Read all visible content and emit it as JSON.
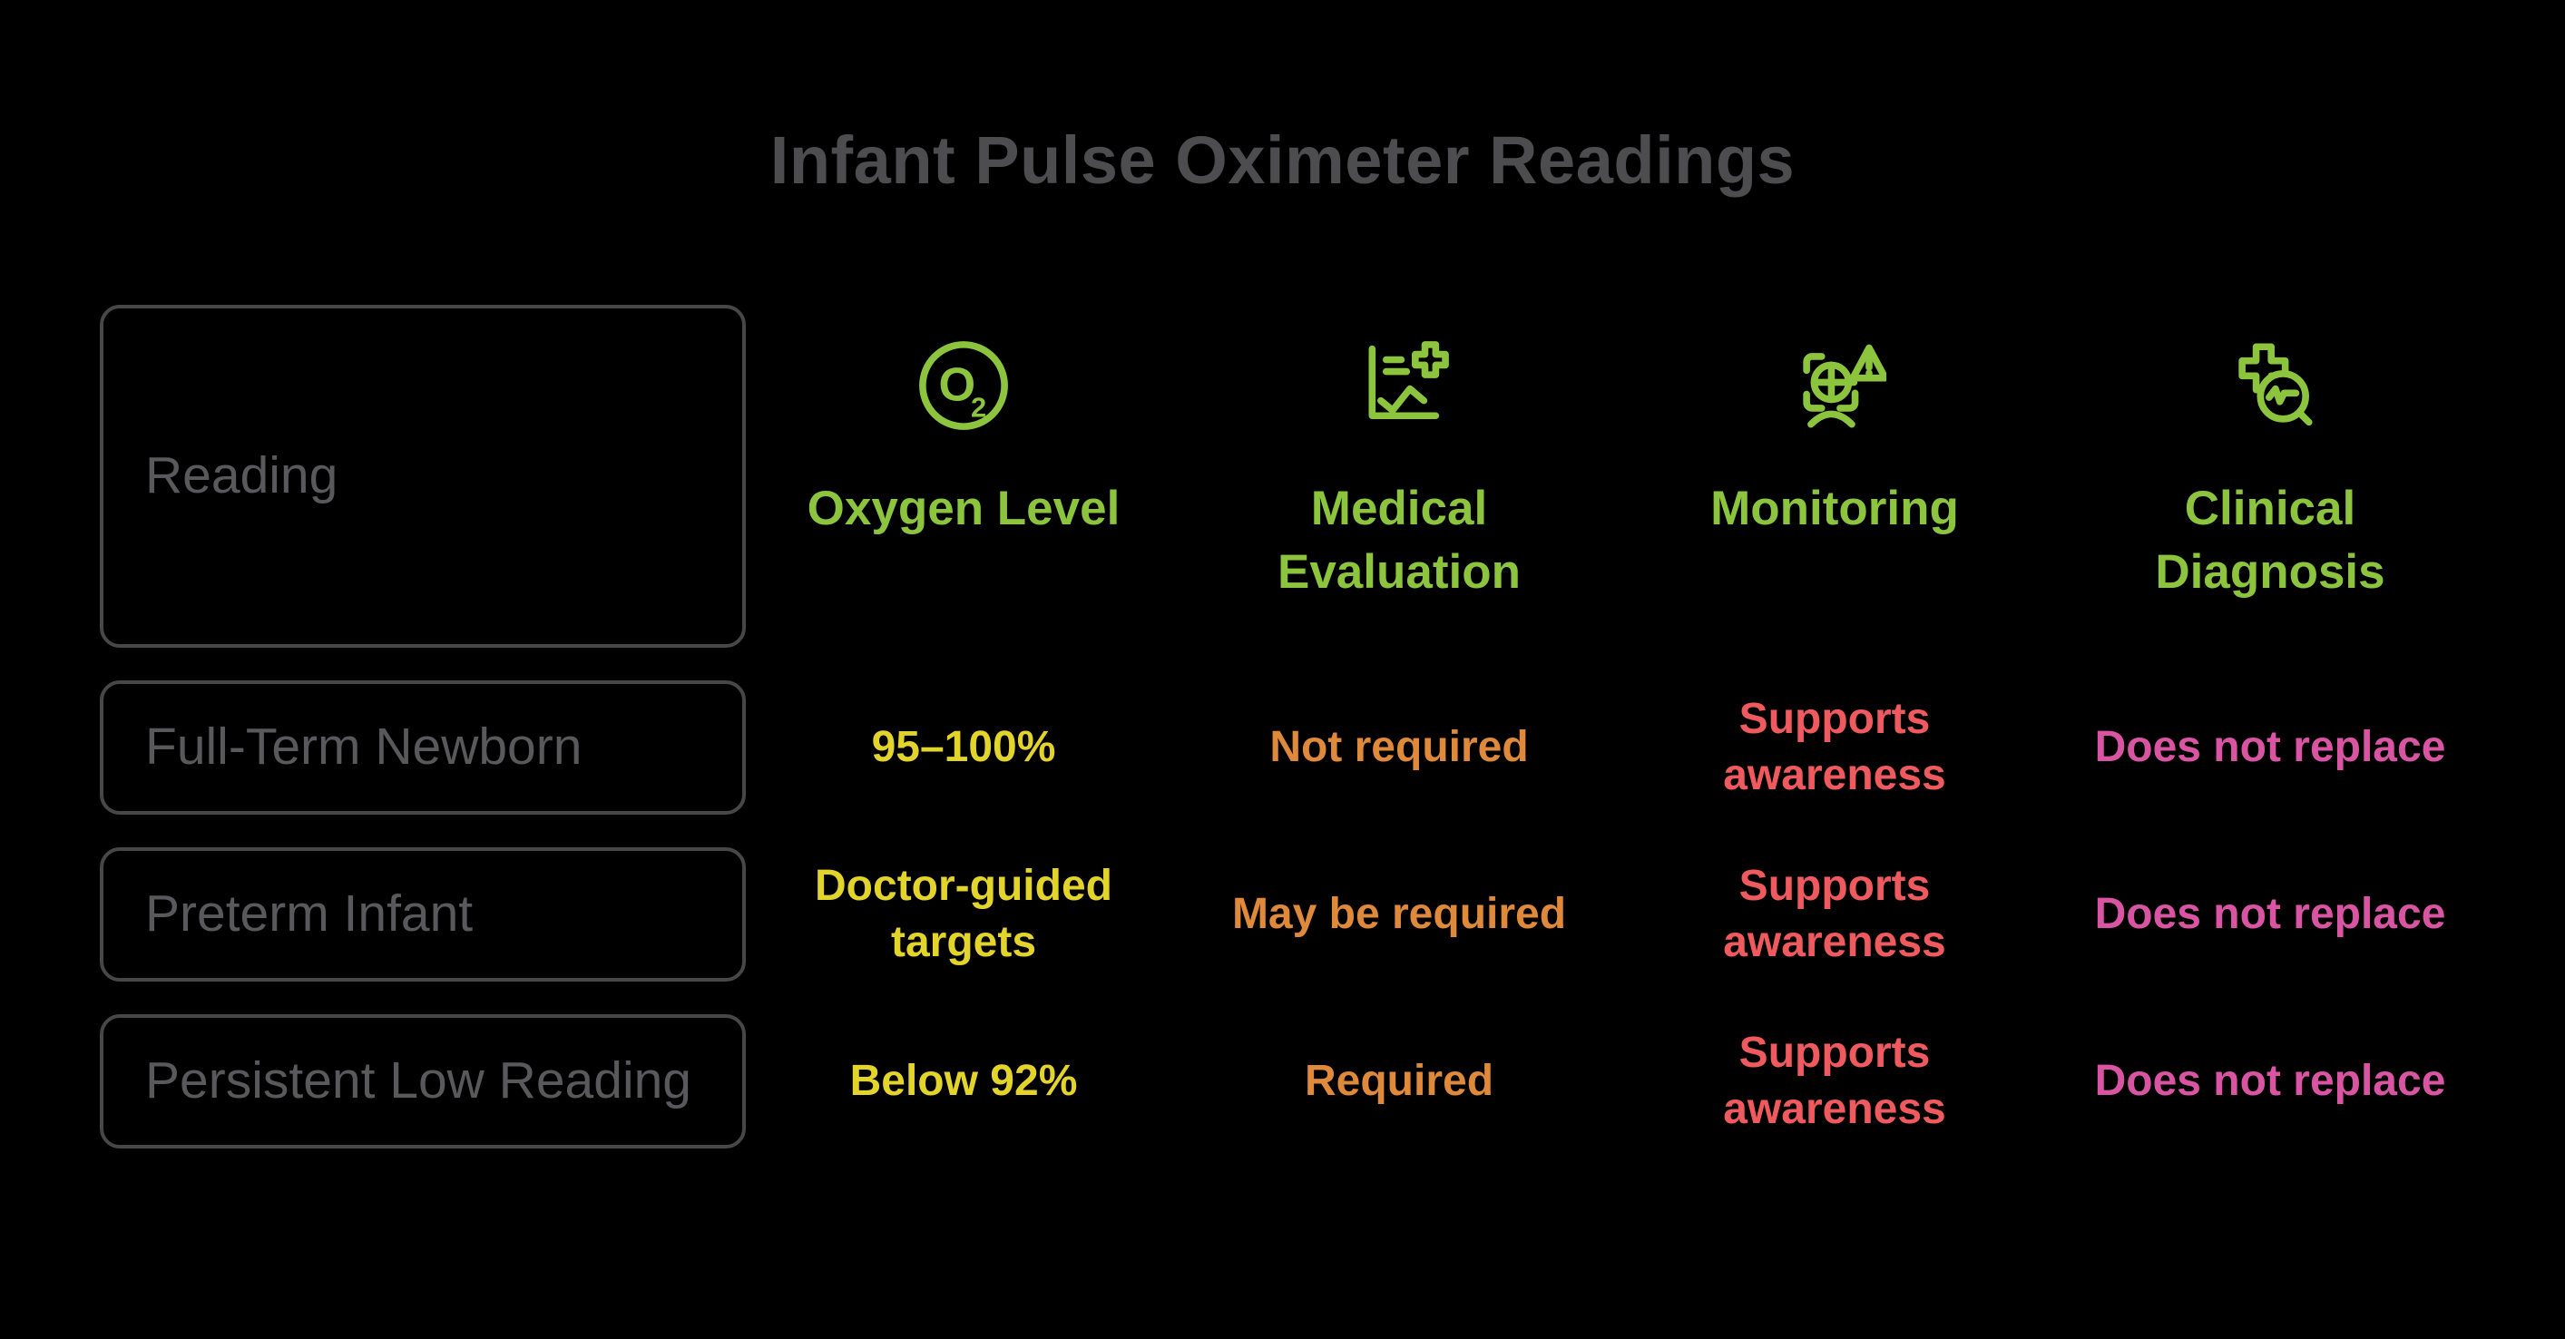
{
  "title": "Infant Pulse Oximeter Readings",
  "corner_label": "Reading",
  "colors": {
    "background": "#000000",
    "title_text": "#4d4d4f",
    "box_border": "#474747",
    "box_label": "#59595c",
    "green": "#8cc43e",
    "yellow": "#e3d42c",
    "orange": "#df893a",
    "red": "#ef5a5e",
    "pink": "#d955a3"
  },
  "o2_glyph": {
    "letter": "O",
    "subscript": "2"
  },
  "columns": [
    {
      "label": "Oxygen Level",
      "icon": "oxygen-o2-icon",
      "value_color": "#e3d42c"
    },
    {
      "label": "Medical Evaluation",
      "icon": "chart-medical-plus-icon",
      "value_color": "#df893a"
    },
    {
      "label": "Monitoring",
      "icon": "monitoring-alert-icon",
      "value_color": "#ef5a5e"
    },
    {
      "label": "Clinical Diagnosis",
      "icon": "medical-cross-magnifier-icon",
      "value_color": "#d955a3"
    }
  ],
  "rows": [
    {
      "label": "Full-Term Newborn",
      "values": [
        "95–100%",
        "Not required",
        "Supports awareness",
        "Does not replace"
      ]
    },
    {
      "label": "Preterm Infant",
      "values": [
        "Doctor-guided targets",
        "May be required",
        "Supports awareness",
        "Does not replace"
      ]
    },
    {
      "label": "Persistent Low Reading",
      "values": [
        "Below 92%",
        "Required",
        "Supports awareness",
        "Does not replace"
      ]
    }
  ]
}
